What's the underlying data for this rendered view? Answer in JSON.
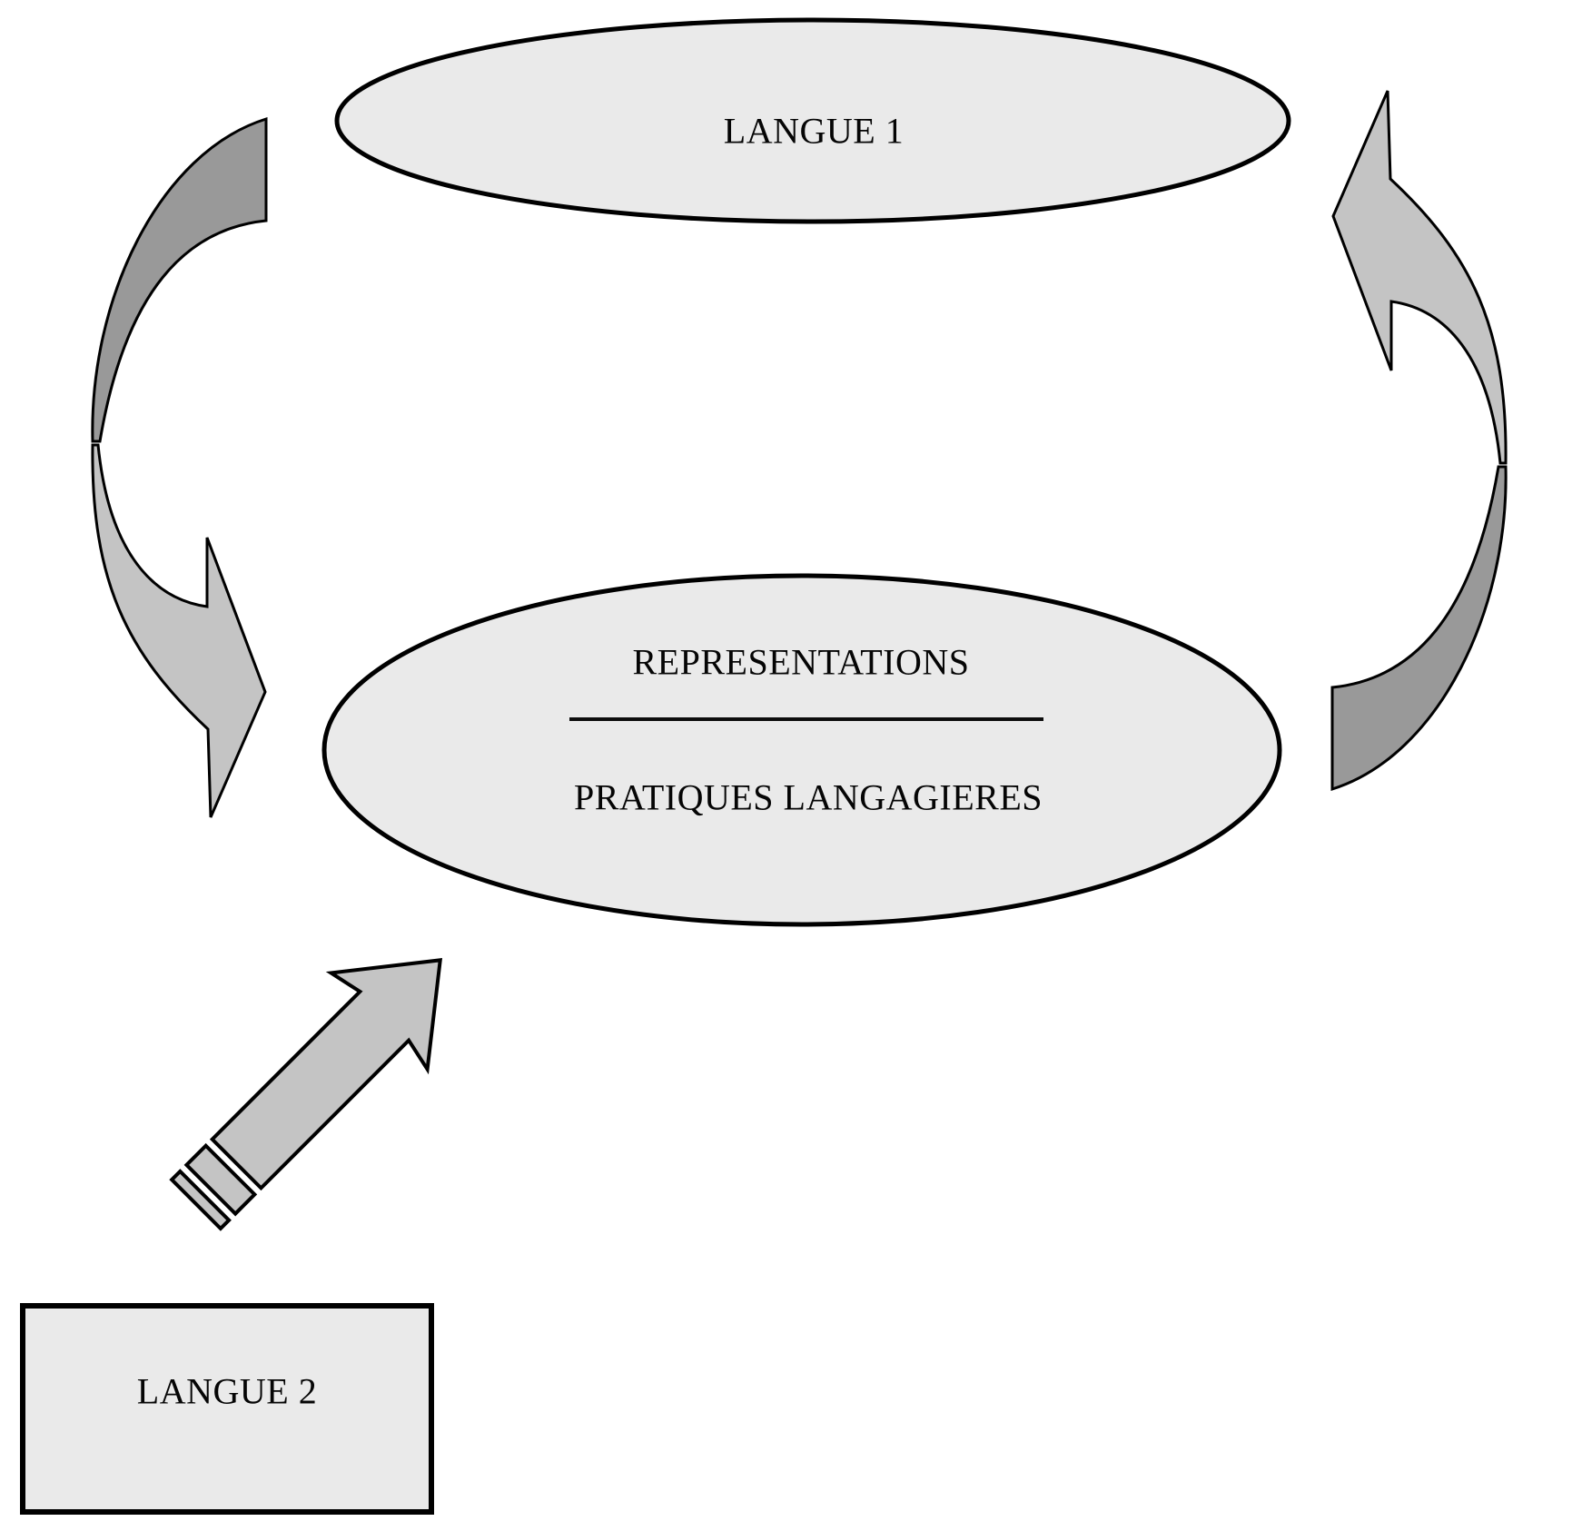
{
  "nodes": {
    "langue1": {
      "label": "LANGUE 1"
    },
    "representations": {
      "top_label": "REPRESENTATIONS",
      "bottom_label": "PRATIQUES LANGAGIERES"
    },
    "langue2": {
      "label": "LANGUE 2"
    }
  },
  "icons": {
    "left_arrow": "curved-cycle-arrow-down",
    "right_arrow": "curved-cycle-arrow-up",
    "diagonal_arrow": "striped-arrow-up-right"
  },
  "colors": {
    "background": "#ffffff",
    "node_fill": "#eaeaea",
    "outline": "#000000",
    "arrow_light_gray": "#c4c4c4",
    "arrow_dark_gray": "#999999"
  }
}
